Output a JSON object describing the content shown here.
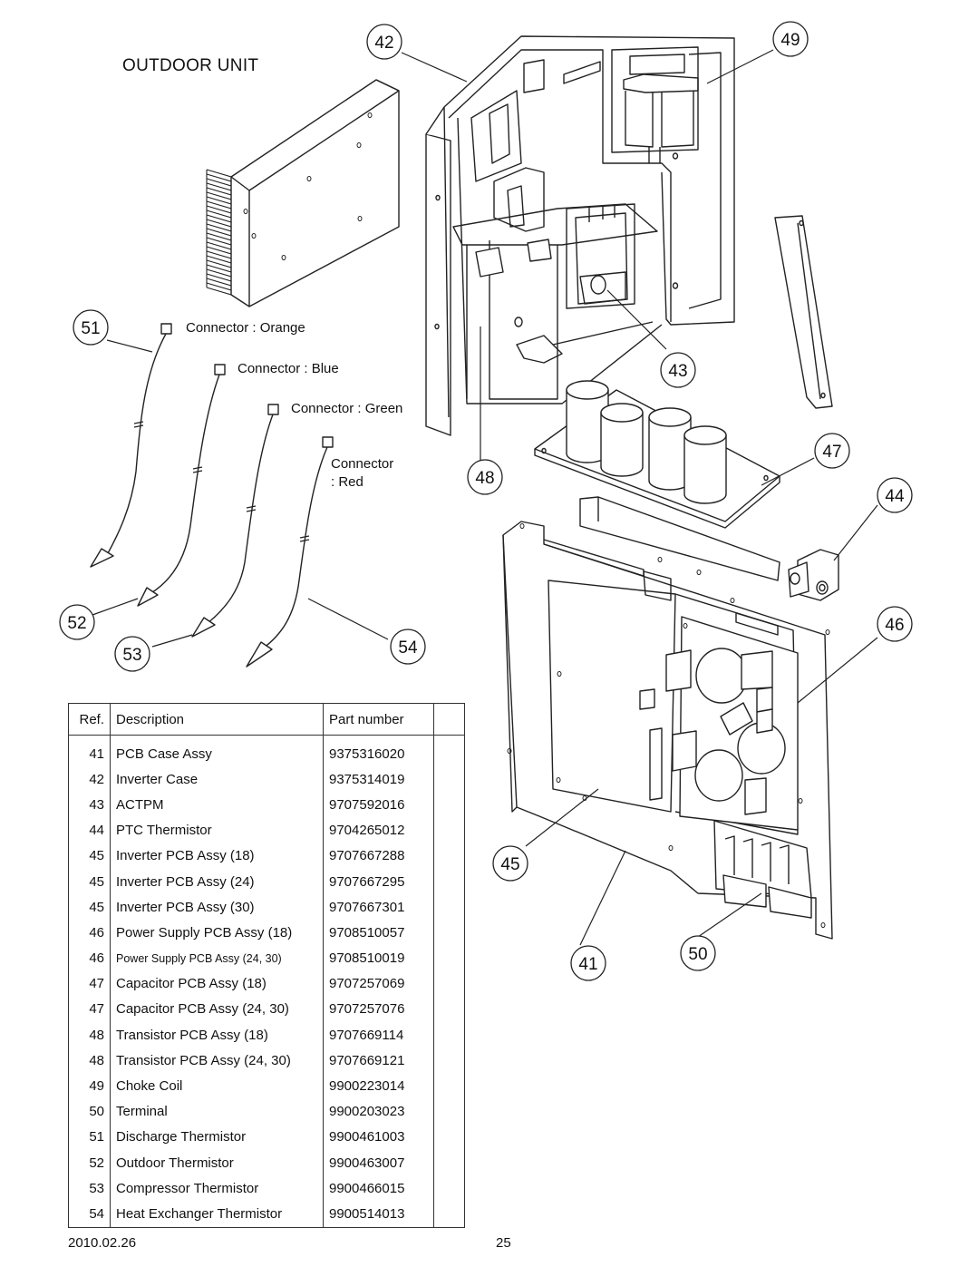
{
  "title": "OUTDOOR UNIT",
  "balloons": {
    "b41": "41",
    "b42": "42",
    "b43": "43",
    "b44": "44",
    "b45": "45",
    "b46": "46",
    "b47": "47",
    "b48": "48",
    "b49": "49",
    "b50": "50",
    "b51": "51",
    "b52": "52",
    "b53": "53",
    "b54": "54"
  },
  "connectors": {
    "orange": "Connector : Orange",
    "blue": "Connector : Blue",
    "green": "Connector : Green",
    "red_line1": "Connector",
    "red_line2": ": Red"
  },
  "table": {
    "headers": {
      "ref": "Ref.",
      "description": "Description",
      "part_number": "Part number"
    },
    "rows": [
      {
        "ref": "41",
        "description": "PCB Case Assy",
        "part_number": "9375316020"
      },
      {
        "ref": "42",
        "description": "Inverter Case",
        "part_number": "9375314019"
      },
      {
        "ref": "43",
        "description": "ACTPM",
        "part_number": "9707592016"
      },
      {
        "ref": "44",
        "description": "PTC Thermistor",
        "part_number": "9704265012"
      },
      {
        "ref": "45",
        "description": "Inverter PCB Assy (18)",
        "part_number": "9707667288"
      },
      {
        "ref": "45",
        "description": "Inverter PCB Assy (24)",
        "part_number": "9707667295"
      },
      {
        "ref": "45",
        "description": "Inverter PCB Assy (30)",
        "part_number": "9707667301"
      },
      {
        "ref": "46",
        "description": "Power Supply PCB Assy (18)",
        "part_number": "9708510057"
      },
      {
        "ref": "46",
        "description": "Power Supply PCB Assy (24, 30)",
        "part_number": "9708510019"
      },
      {
        "ref": "47",
        "description": "Capacitor PCB Assy (18)",
        "part_number": "9707257069"
      },
      {
        "ref": "47",
        "description": "Capacitor PCB Assy (24, 30)",
        "part_number": "9707257076"
      },
      {
        "ref": "48",
        "description": "Transistor PCB Assy (18)",
        "part_number": "9707669114"
      },
      {
        "ref": "48",
        "description": "Transistor PCB Assy (24, 30)",
        "part_number": "9707669121"
      },
      {
        "ref": "49",
        "description": "Choke Coil",
        "part_number": "9900223014"
      },
      {
        "ref": "50",
        "description": "Terminal",
        "part_number": "9900203023"
      },
      {
        "ref": "51",
        "description": "Discharge Thermistor",
        "part_number": "9900461003"
      },
      {
        "ref": "52",
        "description": "Outdoor Thermistor",
        "part_number": "9900463007"
      },
      {
        "ref": "53",
        "description": "Compressor Thermistor",
        "part_number": "9900466015"
      },
      {
        "ref": "54",
        "description": "Heat Exchanger Thermistor",
        "part_number": "9900514013"
      }
    ]
  },
  "footer": {
    "date": "2010.02.26",
    "page": "25"
  }
}
